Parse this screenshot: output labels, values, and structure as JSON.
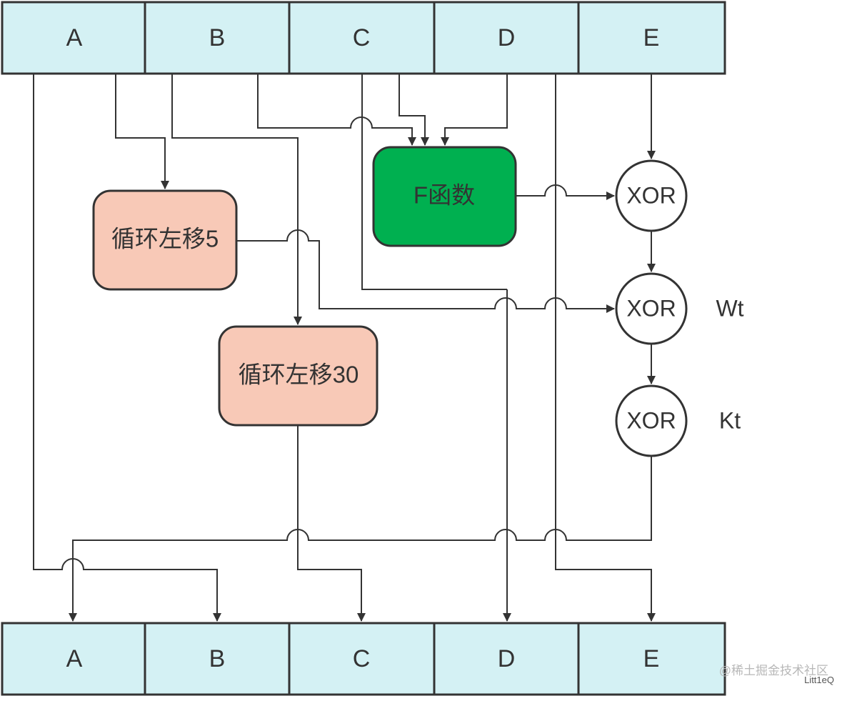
{
  "registers_top": [
    "A",
    "B",
    "C",
    "D",
    "E"
  ],
  "registers_bottom": [
    "A",
    "B",
    "C",
    "D",
    "E"
  ],
  "boxes": {
    "rotl5": "循环左移5",
    "rotl30": "循环左移30",
    "f_function": "F函数"
  },
  "xor_nodes": [
    "XOR",
    "XOR",
    "XOR"
  ],
  "side_inputs": {
    "wt": "Wt",
    "kt": "Kt"
  },
  "watermark": {
    "site": "@稀土掘金技术社区",
    "author": "Litt1eQ"
  },
  "colors": {
    "register_fill": "#d4f1f4",
    "rotate_box_fill": "#f8c9b7",
    "f_box_fill": "#00b050",
    "stroke": "#333333"
  }
}
